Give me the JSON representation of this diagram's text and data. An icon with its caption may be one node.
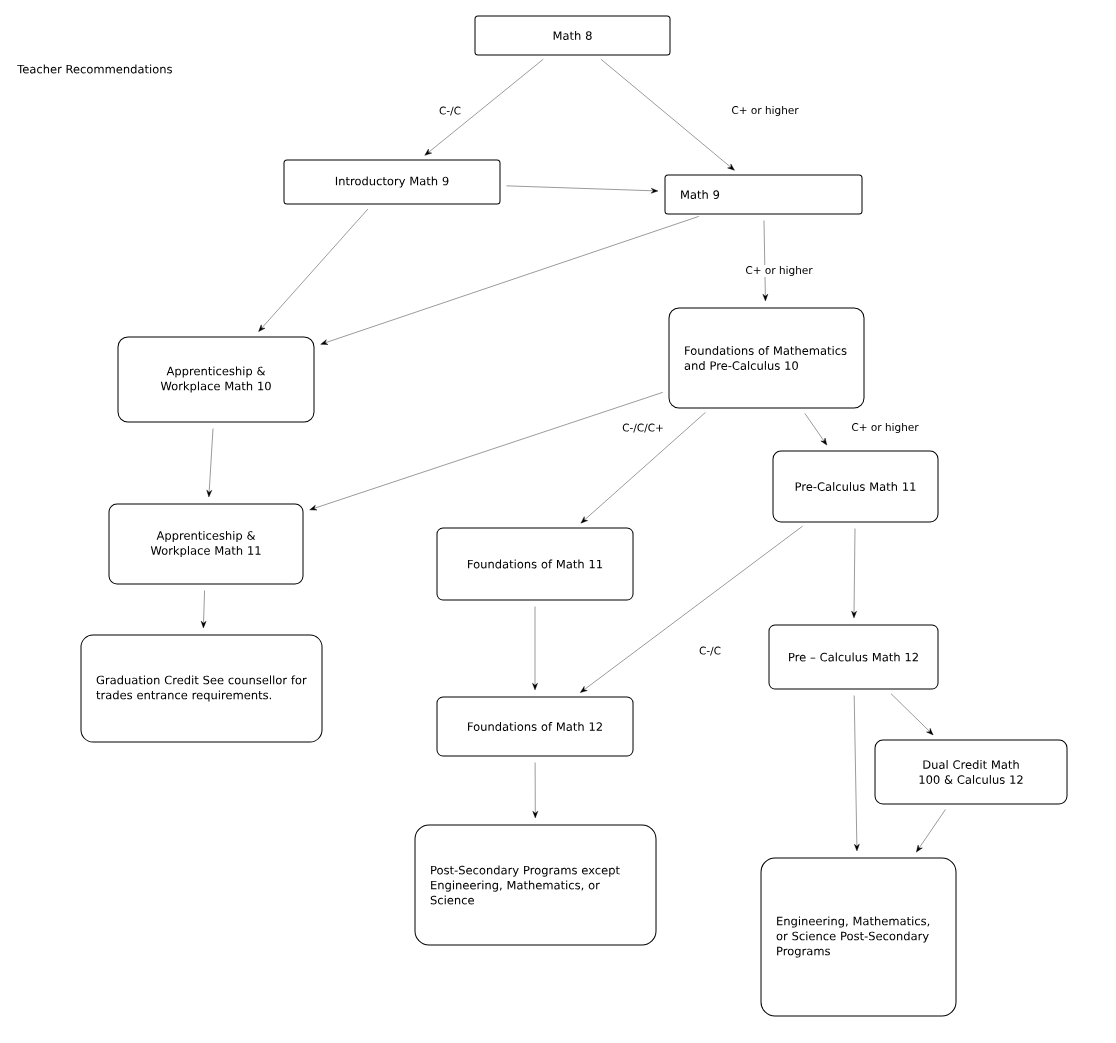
{
  "diagram": {
    "title": "Teacher Recommendations",
    "nodes": [
      {
        "text": [
          "Math 8"
        ]
      },
      {
        "text": [
          "Introductory Math 9"
        ]
      },
      {
        "text": [
          "Math 9"
        ]
      },
      {
        "text": [
          "Apprenticeship & Workplace Math 10"
        ]
      },
      {
        "text": [
          "Foundations of Mathematics and Pre-Calculus 10"
        ]
      },
      {
        "text": [
          "Pre-Calculus Math 11"
        ]
      },
      {
        "text": [
          "Apprenticeship & Workplace Math 11"
        ]
      },
      {
        "text": [
          "Foundations of Math 11"
        ]
      },
      {
        "text": [
          "Graduation Credit See counsellor for trades entrance requirements."
        ]
      },
      {
        "text": [
          "Pre – Calculus Math 12"
        ]
      },
      {
        "text": [
          "Foundations of Math 12"
        ]
      },
      {
        "text": [
          "Dual Credit Math 100 & Calculus 12"
        ]
      },
      {
        "text": [
          "Post-Secondary Programs except Engineering, Mathematics, or Science"
        ]
      },
      {
        "text": [
          "Engineering, Mathematics, or Science Post-Secondary Programs"
        ]
      }
    ],
    "edges": [
      {
        "from": 0,
        "to": 1,
        "arrow": "to",
        "label": "C-/C"
      },
      {
        "from": 0,
        "to": 2,
        "arrow": "to",
        "label": "C+ or higher"
      },
      {
        "from": 1,
        "to": 2,
        "arrow": "to"
      },
      {
        "from": 1,
        "to": 3,
        "arrow": "to"
      },
      {
        "from": 2,
        "to": 3,
        "arrow": "to"
      },
      {
        "from": 2,
        "to": 4,
        "arrow": "to",
        "label": "C+ or higher"
      },
      {
        "from": 3,
        "to": 6,
        "arrow": "to"
      },
      {
        "from": 4,
        "to": 6,
        "arrow": "to"
      },
      {
        "from": 4,
        "to": 7,
        "arrow": "to",
        "label": "C-/C/C+"
      },
      {
        "from": 4,
        "to": 5,
        "arrow": "to",
        "label": "C+ or higher"
      },
      {
        "from": 6,
        "to": 8,
        "arrow": "to"
      },
      {
        "from": 7,
        "to": 10,
        "arrow": "to"
      },
      {
        "from": 5,
        "to": 10,
        "arrow": "to",
        "label": "C-/C"
      },
      {
        "from": 5,
        "to": 9,
        "arrow": "to"
      },
      {
        "from": 9,
        "to": 11,
        "arrow": "to"
      },
      {
        "from": 9,
        "to": 13,
        "arrow": "to"
      },
      {
        "from": 11,
        "to": 13,
        "arrow": "to"
      },
      {
        "from": 10,
        "to": 12,
        "arrow": "to"
      }
    ]
  }
}
